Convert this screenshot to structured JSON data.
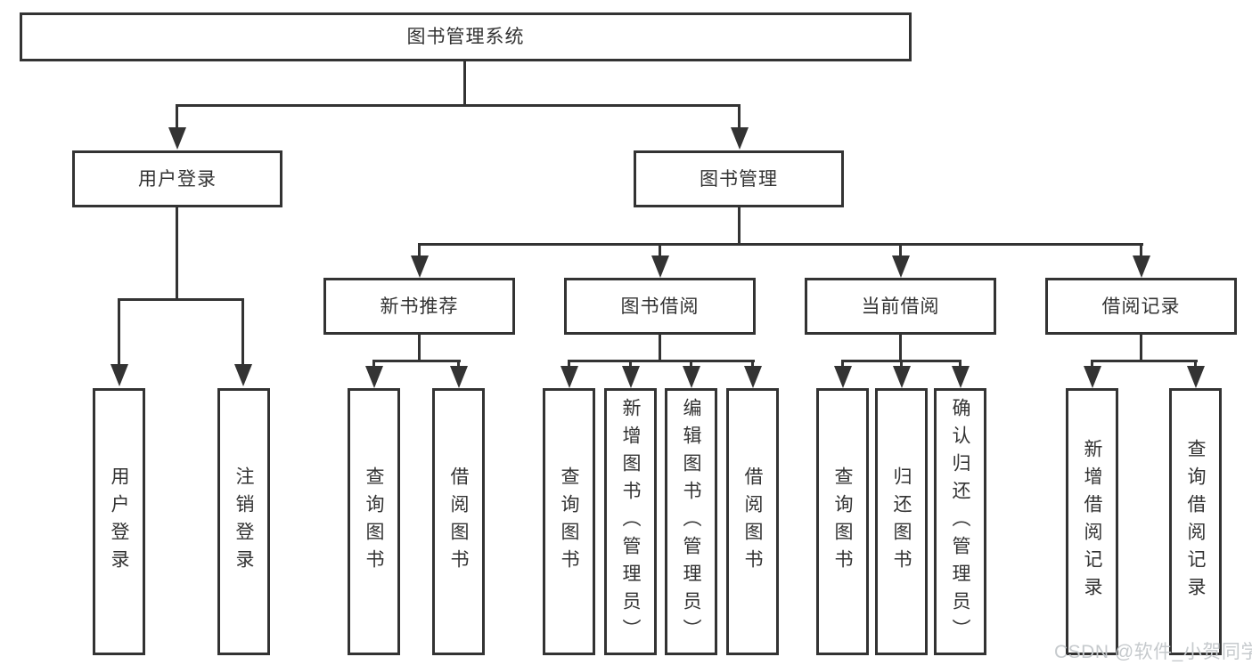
{
  "diagram": {
    "title": "图书管理系统",
    "level2": [
      {
        "id": "user-login",
        "label": "用户登录"
      },
      {
        "id": "book-management",
        "label": "图书管理"
      }
    ],
    "level3": [
      {
        "id": "new-book-recommend",
        "label": "新书推荐"
      },
      {
        "id": "book-borrowing",
        "label": "图书借阅"
      },
      {
        "id": "current-borrowing",
        "label": "当前借阅"
      },
      {
        "id": "borrowing-records",
        "label": "借阅记录"
      }
    ],
    "leaves": [
      {
        "label": "用户登录"
      },
      {
        "label": "注销登录"
      },
      {
        "label": "查询图书"
      },
      {
        "label": "借阅图书"
      },
      {
        "label": "查询图书"
      },
      {
        "label": "新增图书（管理员）"
      },
      {
        "label": "编辑图书（管理员）"
      },
      {
        "label": "借阅图书"
      },
      {
        "label": "查询图书"
      },
      {
        "label": "归还图书"
      },
      {
        "label": "确认归还（管理员）"
      },
      {
        "label": "新增借阅记录"
      },
      {
        "label": "查询借阅记录"
      }
    ]
  },
  "watermark": {
    "text": "CSDN @软件_小贺同学"
  },
  "colors": {
    "line": "#333333",
    "text": "#333333",
    "watermark": "#c6cacd",
    "background": "#ffffff"
  }
}
